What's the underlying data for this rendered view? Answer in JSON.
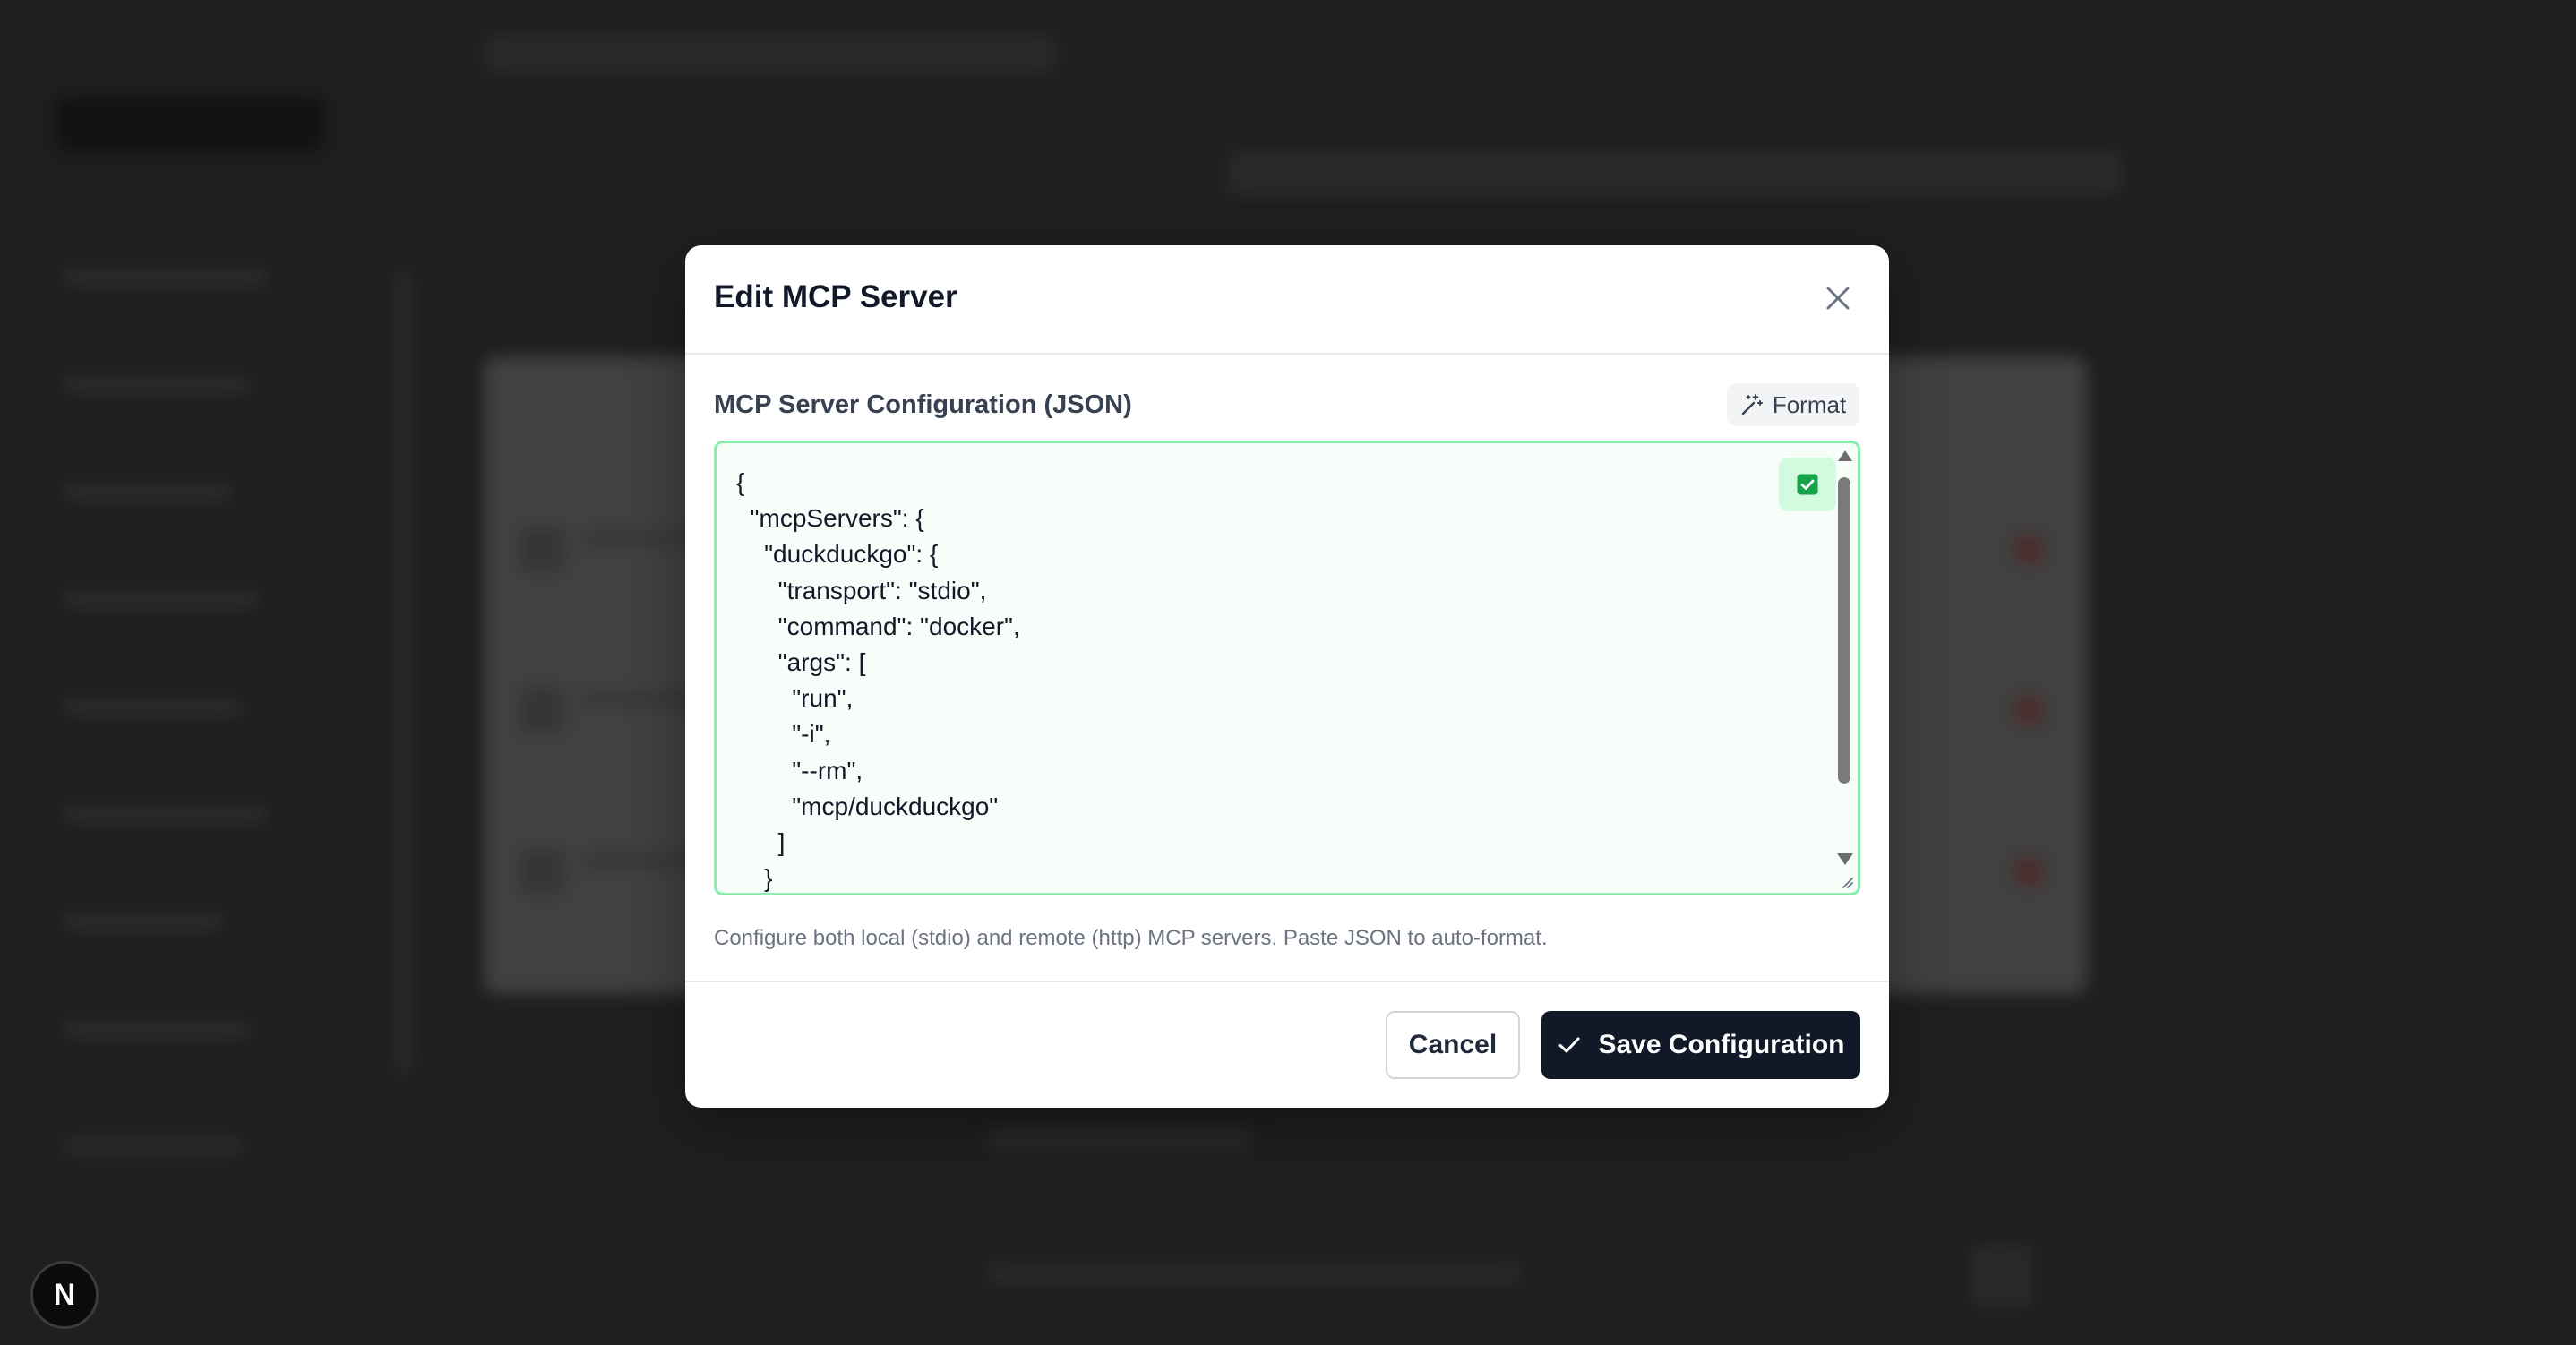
{
  "modal": {
    "title": "Edit MCP Server",
    "field_label": "MCP Server Configuration (JSON)",
    "format_label": "Format",
    "json_value": "{\n  \"mcpServers\": {\n    \"duckduckgo\": {\n      \"transport\": \"stdio\",\n      \"command\": \"docker\",\n      \"args\": [\n        \"run\",\n        \"-i\",\n        \"--rm\",\n        \"mcp/duckduckgo\"\n      ]\n    }",
    "help_text": "Configure both local (stdio) and remote (http) MCP servers. Paste JSON to auto-format.",
    "cancel_label": "Cancel",
    "save_label": "Save Configuration"
  },
  "badge": {
    "letter": "N"
  },
  "colors": {
    "primary": "#111827",
    "valid_border": "#86efac",
    "valid_badge_bg": "#d1fadf",
    "valid_check": "#16a34a"
  }
}
